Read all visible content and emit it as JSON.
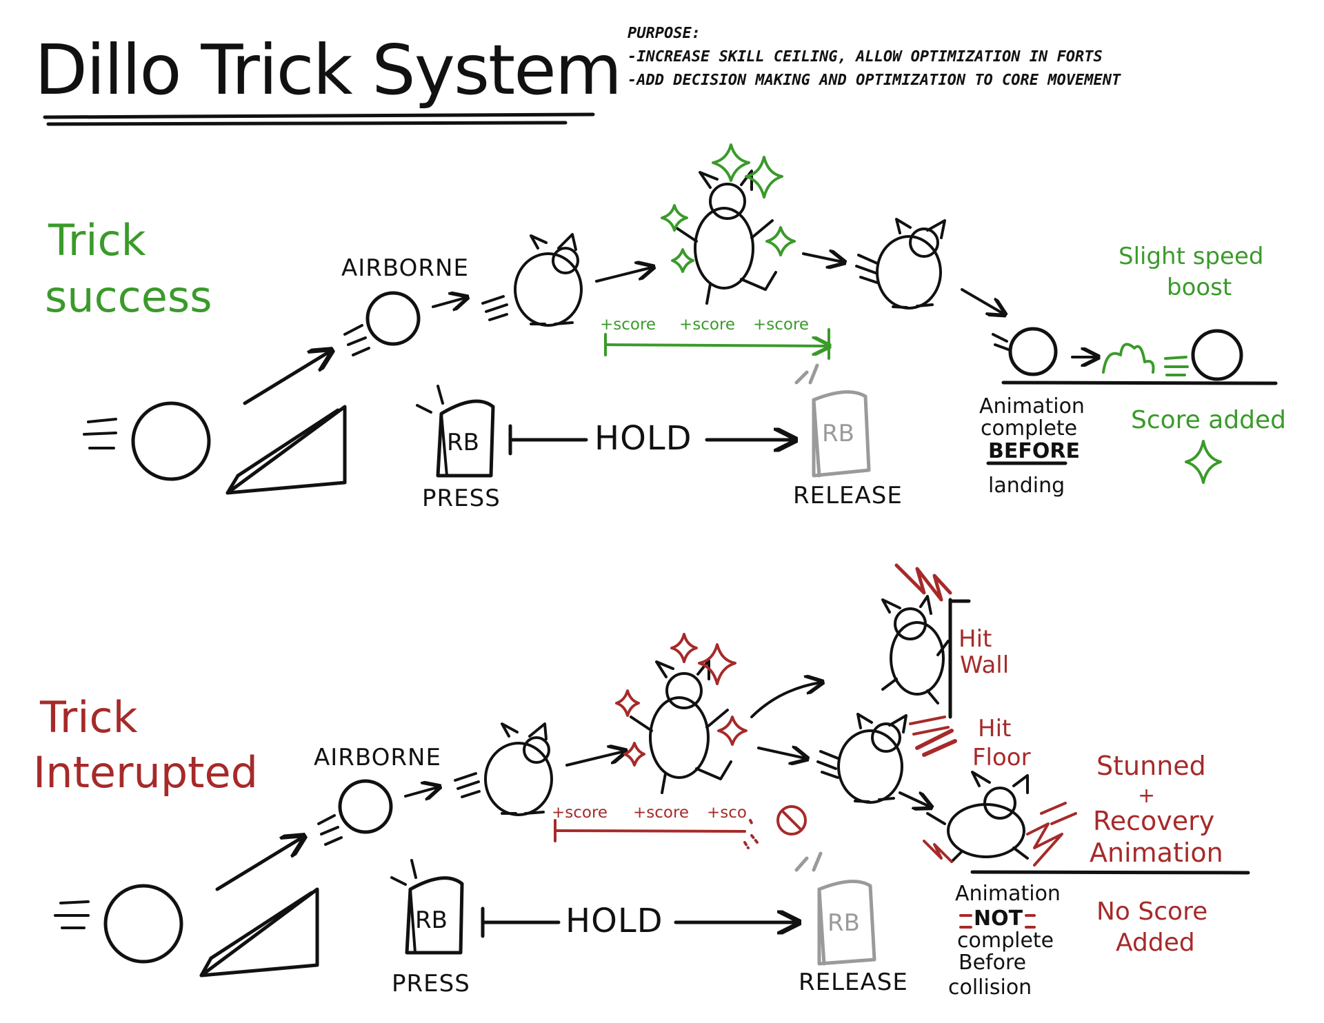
{
  "title": "Dillo Trick System",
  "purpose": {
    "heading": "Purpose:",
    "lines": [
      "-Increase skill ceiling, allow optimization in forts",
      "-Add decision making and optimization to core movement"
    ]
  },
  "success": {
    "heading_line1": "Trick",
    "heading_line2": "success",
    "airborne": "AIRBORNE",
    "press": "PRESS",
    "hold": "HOLD",
    "release": "RELEASE",
    "button": "RB",
    "scores": [
      "+score",
      "+score",
      "+score"
    ],
    "landing_note": [
      "Animation",
      "complete",
      "BEFORE",
      "landing"
    ],
    "speed_note": [
      "Slight speed",
      "boost"
    ],
    "score_note": "Score added"
  },
  "interrupted": {
    "heading_line1": "Trick",
    "heading_line2": "Interupted",
    "airborne": "AIRBORNE",
    "press": "PRESS",
    "hold": "HOLD",
    "release": "RELEASE",
    "button": "RB",
    "scores": [
      "+score",
      "+score",
      "+sco"
    ],
    "wall_note": [
      "Hit",
      "Wall"
    ],
    "floor_note": [
      "Hit",
      "Floor"
    ],
    "collision_note": [
      "Animation",
      "NOT",
      "complete",
      "Before",
      "collision"
    ],
    "stun_note": [
      "Stunned",
      "+",
      "Recovery",
      "Animation"
    ],
    "no_score_note": [
      "No Score",
      "Added"
    ]
  },
  "colors": {
    "ink": "#111111",
    "success": "#3a9a2a",
    "failure": "#a62a2a",
    "released": "#9a9a9a"
  }
}
